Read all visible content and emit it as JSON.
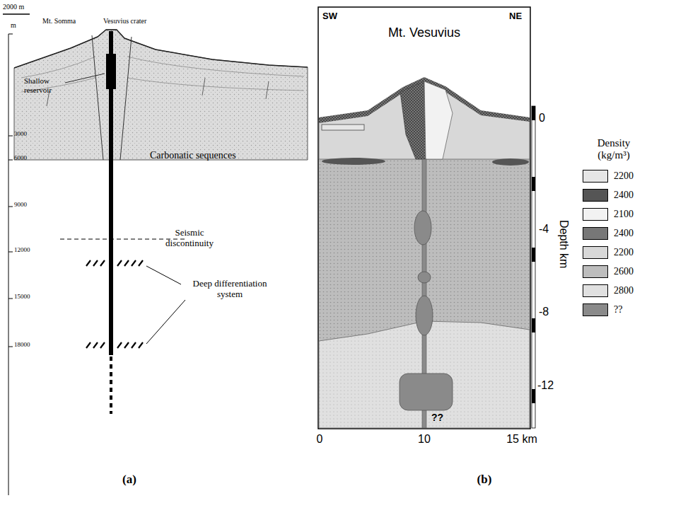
{
  "diagram": {
    "labels": [
      "2000 m",
      "m",
      "Mt. Somma",
      "Vesuvius crater",
      "3000",
      "Shallow reservoir",
      "6000",
      "Carbonatic sequences",
      "9000",
      "Seismic discontinuity",
      "12000",
      "Deep differentiation system",
      "15000",
      "18000",
      "SW",
      "NE",
      "Mt. Vesuvius",
      "0",
      "-4",
      "Depth km",
      "-8",
      "-12",
      "??",
      "0",
      "10",
      "15 km",
      "Density (kg/m³)",
      "(a)",
      "(b)"
    ],
    "legend": [
      {
        "text": "2200",
        "color": "#e6e6e6"
      },
      {
        "text": "2400",
        "color": "#555555"
      },
      {
        "text": "2100",
        "color": "#f2f2f2"
      },
      {
        "text": "2400",
        "color": "#777777"
      },
      {
        "text": "2200",
        "color": "#d8d8d8"
      },
      {
        "text": "2600",
        "color": "#bdbdbd"
      },
      {
        "text": "2800",
        "color": "#e0e0e0"
      },
      {
        "text": "??",
        "color": "#8a8a8a"
      }
    ]
  }
}
